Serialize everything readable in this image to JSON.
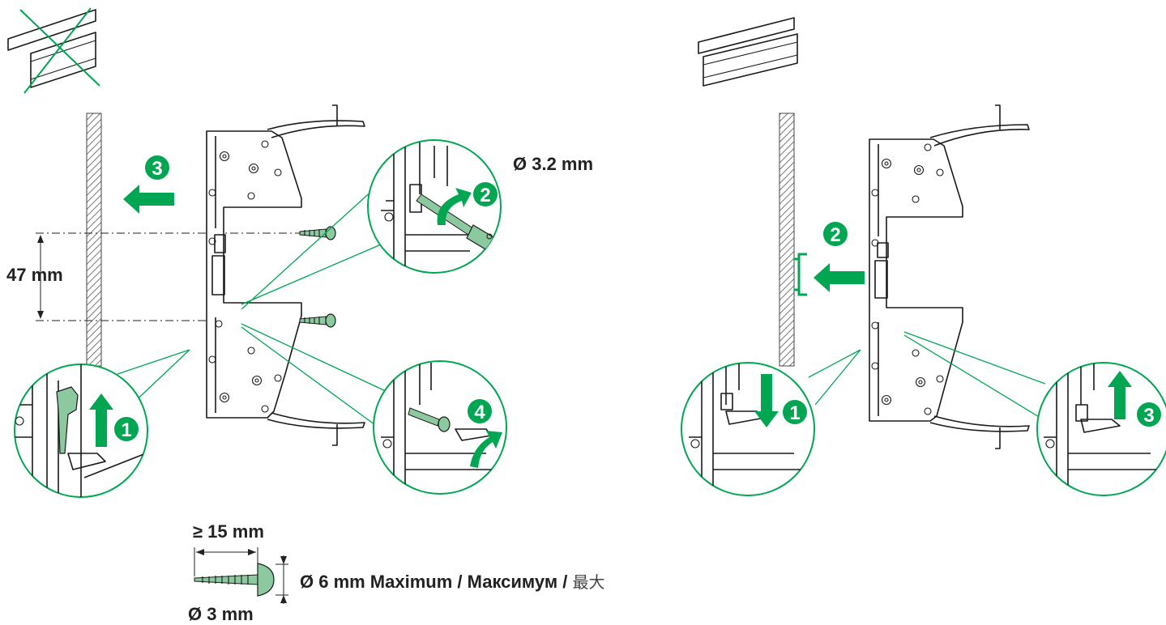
{
  "left_panel": {
    "step_labels": [
      "1",
      "2",
      "3",
      "4"
    ],
    "dimension_hole_spacing": "47 mm",
    "drill_diameter": "Ø 3.2 mm"
  },
  "right_panel": {
    "step_labels": [
      "1",
      "2",
      "3"
    ]
  },
  "screw_spec": {
    "min_length": "≥ 15 mm",
    "head_diameter": "Ø 6 mm Maximum / Максимум / ",
    "head_diameter_cjk": "最大",
    "shank_diameter": "Ø 3 mm"
  },
  "colors": {
    "accent_green": "#00a651",
    "line": "#1a1a1a",
    "background": "#ffffff"
  },
  "icons": [
    "crossed-din-rail-icon",
    "din-rail-icon",
    "screw-icon",
    "arrow-icon"
  ]
}
